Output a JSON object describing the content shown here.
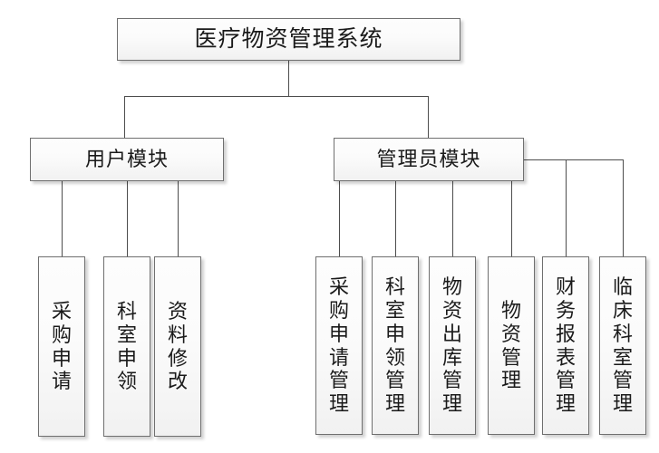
{
  "diagram": {
    "type": "org-chart",
    "title": "医疗物资管理系统",
    "root": {
      "label": "医疗物资管理系统"
    },
    "modules": [
      {
        "label": "用户模块"
      },
      {
        "label": "管理员模块"
      }
    ],
    "user_module_children": [
      {
        "label": "采购申请"
      },
      {
        "label": "科室申领"
      },
      {
        "label": "资料修改"
      }
    ],
    "admin_module_children": [
      {
        "label": "采购申请管理"
      },
      {
        "label": "科室申领管理"
      },
      {
        "label": "物资出库管理"
      },
      {
        "label": "物资管理"
      },
      {
        "label": "财务报表管理"
      },
      {
        "label": "临床科室管理"
      }
    ],
    "colors": {
      "box_border": "#6f6f6f",
      "box_fill_top": "#fdfdfd",
      "box_fill_bottom": "#f1f1f1",
      "line": "#4d4d4d",
      "text": "#1a1a1a",
      "background": "#ffffff"
    }
  }
}
